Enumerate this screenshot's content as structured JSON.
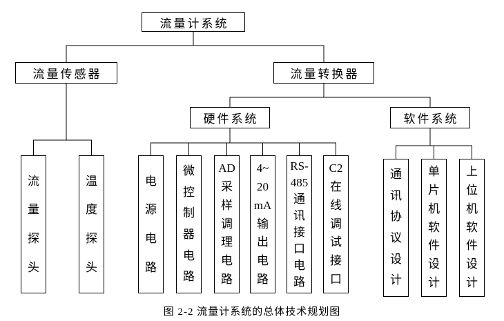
{
  "diagram": {
    "root": {
      "label": "流量计系统"
    },
    "level2": [
      {
        "label": "流量传感器"
      },
      {
        "label": "流量转换器"
      }
    ],
    "level3": [
      {
        "label": "硬件系统"
      },
      {
        "label": "软件系统"
      }
    ],
    "sensor_children": [
      {
        "label": "流量探头",
        "lines": "流\n量\n探\n头"
      },
      {
        "label": "温度探头",
        "lines": "温\n度\n探\n头"
      }
    ],
    "hardware_children": [
      {
        "label": "电源电路",
        "lines": "电\n源\n电\n路"
      },
      {
        "label": "微控制器电路",
        "lines": "微\n控\n制\n器\n电\n路"
      },
      {
        "label": "AD采样调理电路",
        "lines": "AD\n采\n样\n调\n理\n电\n路"
      },
      {
        "label": "4~20mA输出电路",
        "lines": "4~\n20\nmA\n输\n出\n电\n路"
      },
      {
        "label": "RS-485通讯接口电路",
        "lines": "RS-\n485\n通\n讯\n接\n口\n电\n路"
      },
      {
        "label": "C2在线调试接口",
        "lines": "C2\n在\n线\n调\n试\n接\n口"
      }
    ],
    "software_children": [
      {
        "label": "通讯协议设计",
        "lines": "通\n讯\n协\n议\n设\n计"
      },
      {
        "label": "单片机软件设计",
        "lines": "单\n片\n机\n软\n件\n设\n计"
      },
      {
        "label": "上位机软件设计",
        "lines": "上\n位\n机\n软\n件\n设\n计"
      }
    ],
    "line_color": "#000000",
    "caption": "图 2-2  流量计系统的总体技术规划图"
  }
}
